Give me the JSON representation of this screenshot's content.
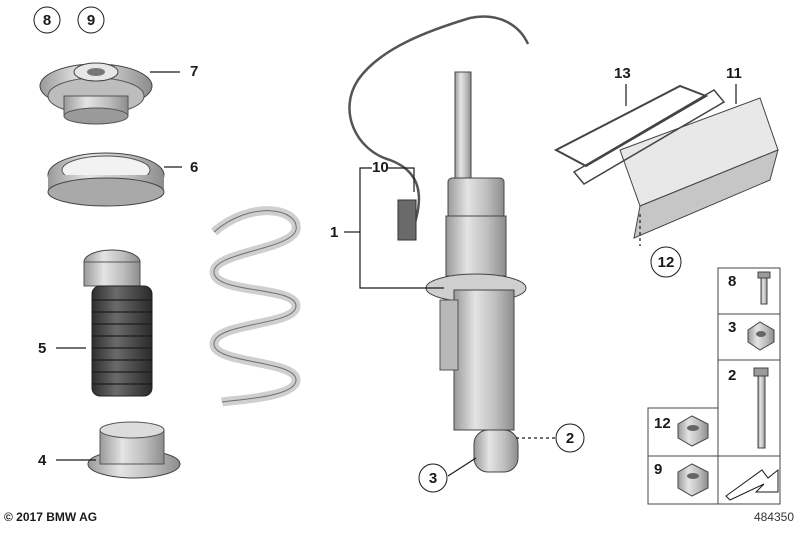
{
  "callouts": {
    "c1": "1",
    "c2": "2",
    "c3": "3",
    "c4": "4",
    "c5": "5",
    "c6": "6",
    "c7": "7",
    "c8": "8",
    "c9": "9",
    "c10": "10",
    "c11": "11",
    "c12": "12",
    "c13": "13"
  },
  "legend": {
    "bolt_m8": "8",
    "nut_3": "3",
    "bolt_2": "2",
    "nut_12": "12",
    "nut_9": "9"
  },
  "footer": {
    "copyright": "© 2017 BMW AG",
    "diagram_id": "484350"
  },
  "colors": {
    "part_fill": "#d6d6d6",
    "part_dark": "#8a8a8a",
    "boot": "#4a4a4a",
    "outline": "#3a3a3a"
  }
}
